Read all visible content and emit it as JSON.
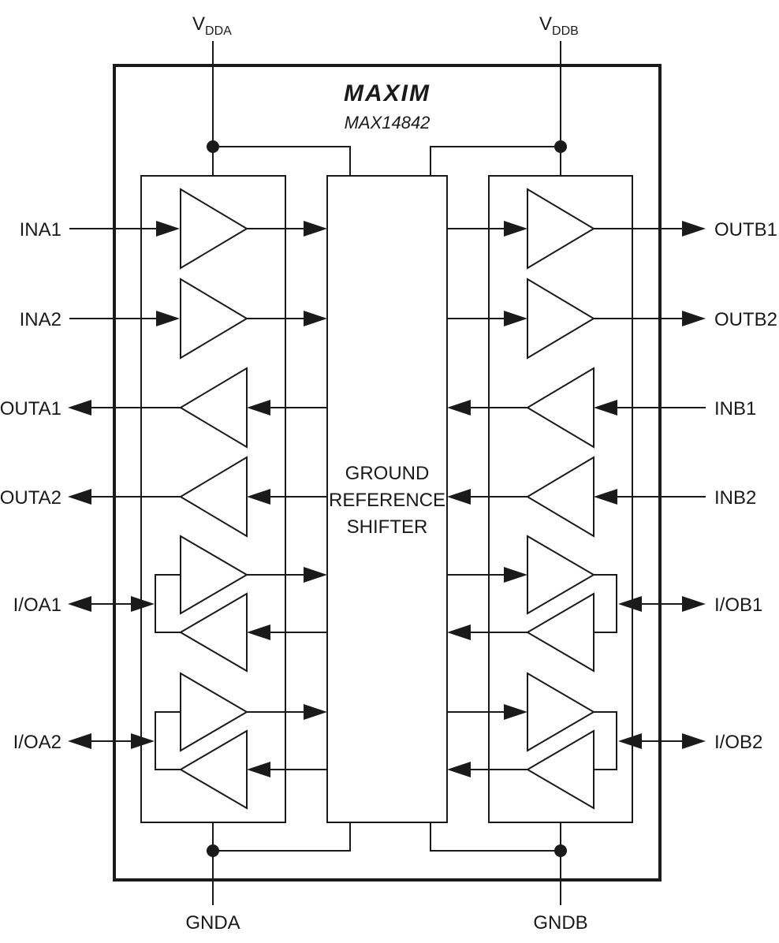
{
  "supplies": {
    "vdda": {
      "main": "V",
      "sub": "DDA"
    },
    "vddb": {
      "main": "V",
      "sub": "DDB"
    }
  },
  "grounds": {
    "gnda": "GNDA",
    "gndb": "GNDB"
  },
  "logo": "MAXIM",
  "part_number": "MAX14842",
  "core": {
    "line1": "GROUND",
    "line2": "REFERENCE",
    "line3": "SHIFTER"
  },
  "pins_left": [
    "INA1",
    "INA2",
    "OUTA1",
    "OUTA2",
    "I/OA1",
    "I/OA2"
  ],
  "pins_right": [
    "OUTB1",
    "OUTB2",
    "INB1",
    "INB2",
    "I/OB1",
    "I/OB2"
  ]
}
